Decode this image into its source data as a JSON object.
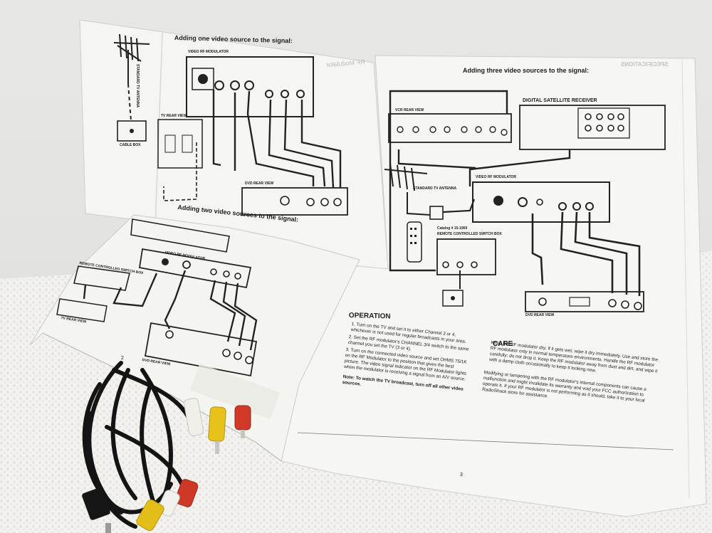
{
  "photo": {
    "subject": "",
    "colors": {
      "background_wall": "#ebebe8",
      "towel": "#f3f2ee",
      "paper": "#f6f6f2",
      "ink": "#1c1c1c",
      "cable_black": "#151515",
      "plug_yellow": "#e8c21a",
      "plug_red": "#d23a2a",
      "plug_white": "#f1f1ee"
    }
  },
  "manual": {
    "title_one": "Adding one video source to the signal:",
    "title_two": "Adding two video sources to the signal:",
    "title_three": "Adding three video sources to the signal:",
    "labels": {
      "video_rf_modulator": "VIDEO RF MODULATOR",
      "standard_tv_antenna": "STANDARD TV ANTENNA",
      "cable_box": "CABLE BOX",
      "tv_rear_view": "TV REAR VIEW",
      "dvd_rear_view": "DVD REAR VIEW",
      "vcr_rear_view": "VCR REAR VIEW",
      "digital_satellite_receiver": "DIGITAL SATELLITE RECEIVER",
      "remote_switch_box": "REMOTE CONTROLLED SWITCH BOX",
      "catalog": "Catalog # 15-1969",
      "specifications": "SPECIFICATIONS",
      "rf_modulator_mirror": "RF Modulator"
    },
    "operation": {
      "heading": "OPERATION",
      "steps": [
        "1. Turn on the TV and set it to either Channel 3 or 4, whichever is not used for regular broadcasts in your area.",
        "2. Set the RF modulator's CHANNEL 3/4 switch to the same channel you set the TV (3 or 4).",
        "3. Turn on the connected video source and set OHMS 75/1K on the RF Modulator to the position that gives the best picture. The video signal indicator on the RF Modulator lights when the modulator is receiving a signal from an A/V source."
      ],
      "note": "Note: To watch the TV broadcast, turn off all other video sources."
    },
    "care": {
      "heading": "CARE",
      "paragraph_1": "Keep the RF modulator dry; if it gets wet, wipe it dry immediately. Use and store the RF modulator only in normal temperature environments. Handle the RF modulator carefully; do not drop it. Keep the RF modulator away from dust and dirt, and wipe it with a damp cloth occasionally to keep it looking new.",
      "paragraph_2": "Modifying or tampering with the RF modulator's internal components can cause a malfunction and might invalidate its warranty and void your FCC authorization to operate it. If your RF modulator is not performing as it should, take it to your local RadioShack store for assistance."
    },
    "page_numbers": {
      "left": "2",
      "right": "3"
    }
  }
}
